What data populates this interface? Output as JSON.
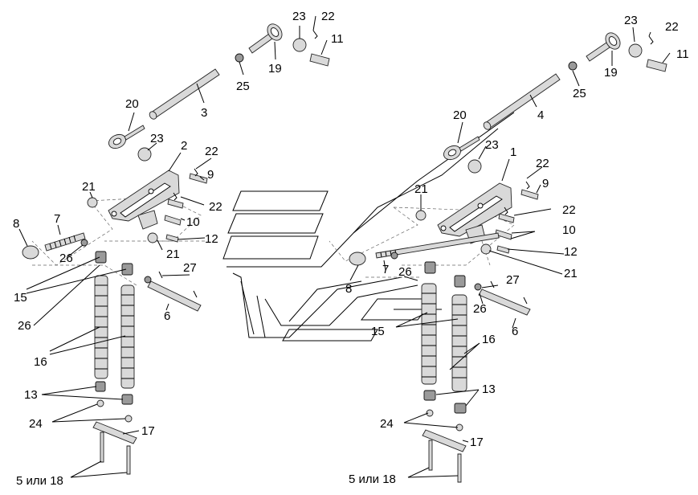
{
  "left_labels": {
    "l23": "23",
    "l22": "22",
    "l11": "11",
    "l19": "19",
    "l25": "25",
    "l3": "3",
    "l20": "20",
    "l23b": "23",
    "l2": "2",
    "l22b": "22",
    "l9": "9",
    "l21": "21",
    "l22c": "22",
    "l7": "7",
    "l10": "10",
    "l8": "8",
    "l12": "12",
    "l21b": "21",
    "l26": "26",
    "l27": "27",
    "l15": "15",
    "l6": "6",
    "l26b": "26",
    "l16": "16",
    "l13": "13",
    "l24": "24",
    "l17": "17",
    "l518": "5 или 18"
  },
  "right_labels": {
    "r23": "23",
    "r22": "22",
    "r11": "11",
    "r19": "19",
    "r25": "25",
    "r4": "4",
    "r20": "20",
    "r23b": "23",
    "r1": "1",
    "r22b": "22",
    "r9": "9",
    "r21": "21",
    "r22c": "22",
    "r10": "10",
    "r12": "12",
    "r21b": "21",
    "r8": "8",
    "r7": "7",
    "r26": "26",
    "r27": "27",
    "r26b": "26",
    "r15": "15",
    "r6": "6",
    "r16": "16",
    "r13": "13",
    "r24": "24",
    "r17": "17",
    "r518": "5 или 18"
  }
}
